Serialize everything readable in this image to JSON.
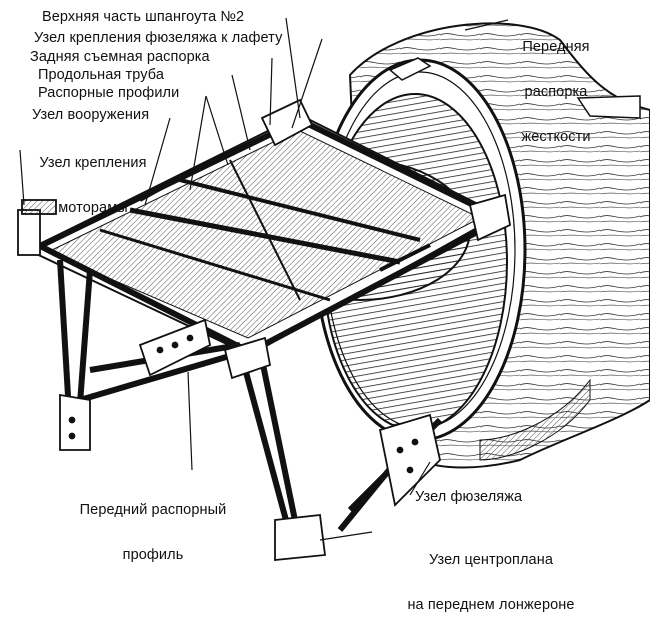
{
  "diagram": {
    "labels": {
      "frame_top": "Верхняя часть шпангоута №2",
      "front_strut_1": "Передняя",
      "front_strut_2": "распорка",
      "front_strut_3": "жесткости",
      "fuselage_mount": "Узел крепления фюзеляжа к лафету",
      "rear_strut": "Задняя съемная распорка",
      "long_tube": "Продольная труба",
      "spacers": "Распорные профили",
      "armament_node": "Узел вооружения",
      "engine_mount_1": "Узел крепления",
      "engine_mount_2": "моторамы",
      "front_spacer_1": "Передний распорный",
      "front_spacer_2": "профиль",
      "fuselage_node": "Узел фюзеляжа",
      "center_wing_1": "Узел центроплана",
      "center_wing_2": "на переднем лонжероне"
    },
    "colors": {
      "ink": "#111111",
      "paper": "#ffffff",
      "shade": "#8a8a8a"
    }
  }
}
